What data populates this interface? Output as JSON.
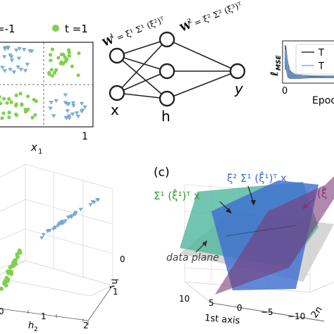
{
  "top_left": {
    "legend_neg": "=-1",
    "legend_pos": "t =1",
    "x_tick_right": "1",
    "x_label": "x",
    "x_label_sub": "1",
    "colors": {
      "green": "#7fd04e",
      "blue": "#7fb1dd"
    }
  },
  "network": {
    "w1_label": "W",
    "w1_sup": "1",
    "w1_eq": "= ξ¹ Σ¹ (ξ²)ᵀ",
    "w2_label": "W",
    "w2_sup": "2",
    "w2_eq": "= ξ² Σ² (ξ³)ᵀ",
    "input_label": "x",
    "hidden_label": "h",
    "output_label": "y"
  },
  "loss_plot": {
    "ylabel": "ℓ",
    "ylabel_sub": "MSE",
    "x_tick": "0",
    "xlabel_partial": "Epoc",
    "legend": [
      "T",
      "T"
    ],
    "colors": {
      "band": "#4f78b4",
      "line_dark": "#333333",
      "line_light": "#7fb1dd"
    }
  },
  "panel_b": {
    "tick_h1": "0",
    "tick_h1b": "1",
    "axis_h1": "h",
    "axis_h1_sub": "1",
    "tick_h2_a": "0",
    "tick_h2_b": "1",
    "tick_h2_c": "2",
    "axis_h2": "h",
    "axis_h2_sub": "2"
  },
  "panel_c": {
    "label": "(c)",
    "eq_blue": "ξ² Σ¹ (ξ̂¹)ᵀ x",
    "eq_green": "Σ¹ (ξ̂¹)ᵀ x",
    "eq_purple": "(ξ̂",
    "data_plane": "data plane",
    "ticks_x": [
      "10",
      "5",
      "0",
      "−5",
      "−10"
    ],
    "axis_x": "1st axis",
    "axis_y": "2n",
    "colors": {
      "blue_plane": "#3f6fd0",
      "green_plane": "#4fb69c",
      "purple": "#8a2e7a",
      "green_text": "#2aa12a",
      "blue_text": "#3f6fd0"
    }
  }
}
